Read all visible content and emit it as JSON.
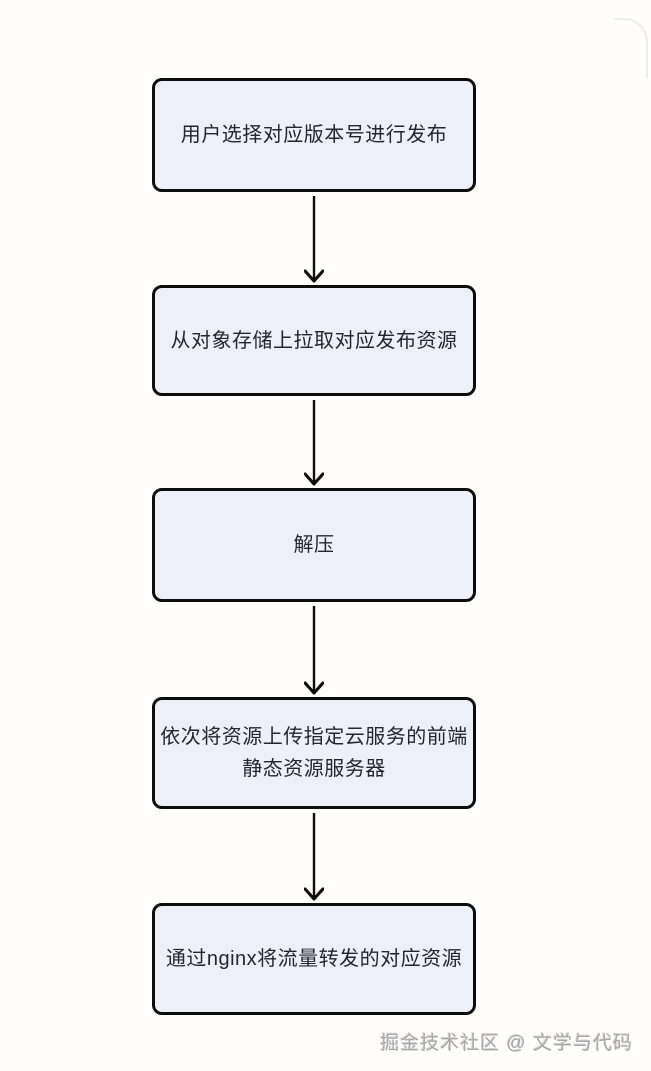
{
  "diagram": {
    "type": "flowchart",
    "direction": "top-down",
    "nodes": [
      {
        "id": 1,
        "label": "用户选择对应版本号进行发布"
      },
      {
        "id": 2,
        "label": "从对象存储上拉取对应发布资源"
      },
      {
        "id": 3,
        "label": "解压"
      },
      {
        "id": 4,
        "label": "依次将资源上传指定云服务的前端静态资源服务器"
      },
      {
        "id": 5,
        "label": "通过nginx将流量转发的对应资源"
      }
    ],
    "edges": [
      {
        "from": 1,
        "to": 2
      },
      {
        "from": 2,
        "to": 3
      },
      {
        "from": 3,
        "to": 4
      },
      {
        "from": 4,
        "to": 5
      }
    ]
  },
  "watermark": {
    "text": "掘金技术社区 @ 文学与代码"
  },
  "colors": {
    "node_fill": "#eef0f9",
    "node_border": "#0d0d0d",
    "arrow": "#0d0d0d",
    "text": "#23262f",
    "watermark": "#a8a8a8",
    "page_bg": "#fffefd"
  }
}
